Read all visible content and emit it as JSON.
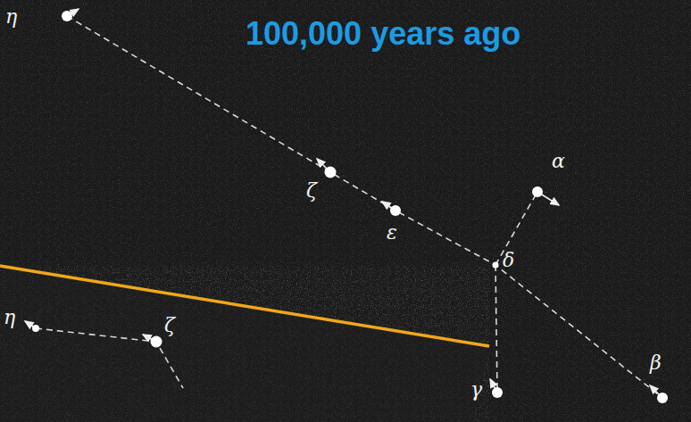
{
  "diagram": {
    "labels": [
      "100,000 years ago",
      "η",
      "ζ",
      "ε",
      "δ",
      "α",
      "β",
      "γ",
      "η",
      "ζ"
    ]
  }
}
